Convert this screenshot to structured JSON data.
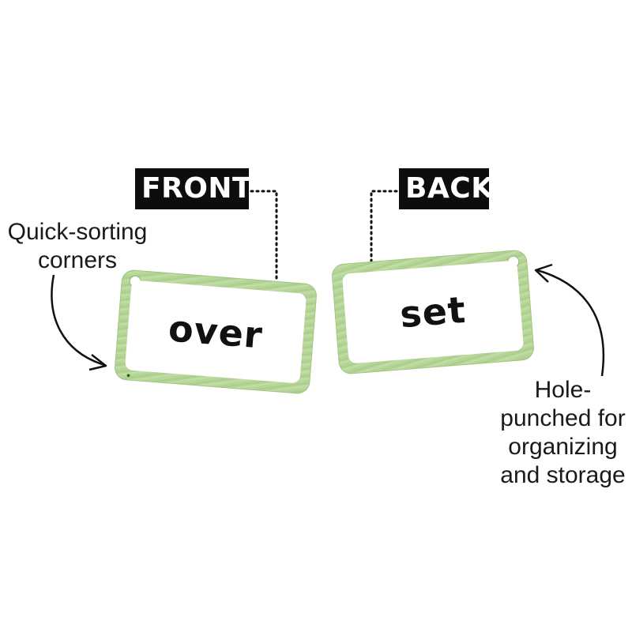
{
  "labels": {
    "front_tag": "FRONT",
    "back_tag": "BACK"
  },
  "callouts": {
    "left_lines": [
      "Quick-sorting",
      "corners"
    ],
    "right_lines": [
      "Hole-",
      "punched for",
      "organizing",
      "and storage"
    ]
  },
  "cards": {
    "front_word": "over",
    "back_word": "set"
  },
  "colors": {
    "tag_background": "#0d0d0d",
    "card_border_green": "#b3d394",
    "text": "#1a1a1a"
  }
}
